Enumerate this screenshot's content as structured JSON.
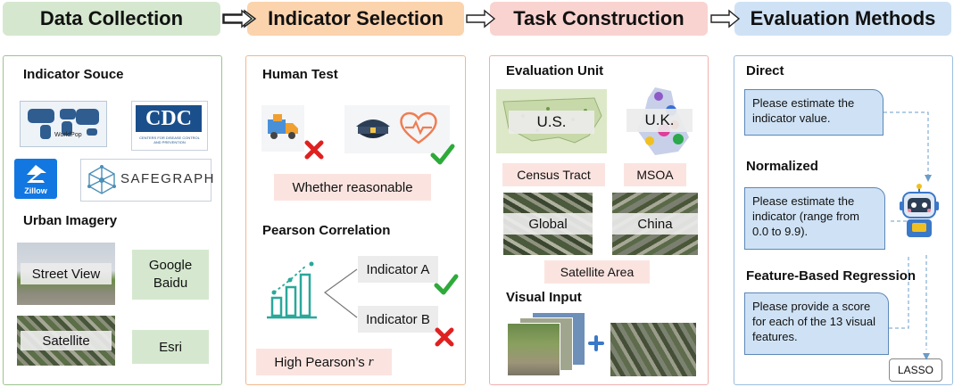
{
  "stages": [
    "Data Collection",
    "Indicator Selection",
    "Task Construction",
    "Evaluation Methods"
  ],
  "colors": {
    "green": "#d5e8cf",
    "orange": "#fbd3ad",
    "pink": "#f9d3d0",
    "blue": "#cfe2f5"
  },
  "data_collection": {
    "indicator_source": "Indicator Souce",
    "worldpop": "WorldPop",
    "cdc": "CDC",
    "cdc_sub": "CENTERS FOR DISEASE CONTROL AND PREVENTION",
    "zillow": "Zillow",
    "safegraph": "SAFEGRAPH",
    "urban_imagery": "Urban Imagery",
    "street_view": "Street View",
    "satellite": "Satellite",
    "google_baidu": [
      "Google",
      "Baidu"
    ],
    "esri": "Esri"
  },
  "indicator_selection": {
    "human_test": "Human Test",
    "whether_reasonable": "Whether reasonable",
    "pearson_correlation": "Pearson Correlation",
    "indicator_a": "Indicator A",
    "indicator_b": "Indicator B",
    "high_pearson": "High Pearson’s",
    "r": "r"
  },
  "task_construction": {
    "evaluation_unit": "Evaluation Unit",
    "us": "U.S.",
    "uk": "U.K.",
    "census_tract": "Census Tract",
    "msoa": "MSOA",
    "global": "Global",
    "china": "China",
    "satellite_area": "Satellite Area",
    "visual_input": "Visual Input"
  },
  "evaluation_methods": {
    "direct": "Direct",
    "direct_prompt": "Please estimate the indicator value.",
    "normalized": "Normalized",
    "normalized_prompt": "Please estimate the indicator (range from 0.0 to 9.9).",
    "feature_based": "Feature-Based Regression",
    "feature_prompt": "Please provide a score for each of the 13 visual features.",
    "lasso": "LASSO"
  },
  "icons": [
    "delivery-truck-icon",
    "cross-icon",
    "police-cap-icon",
    "heart-icon",
    "check-icon",
    "bar-chart-icon",
    "robot-icon",
    "plus-icon"
  ]
}
